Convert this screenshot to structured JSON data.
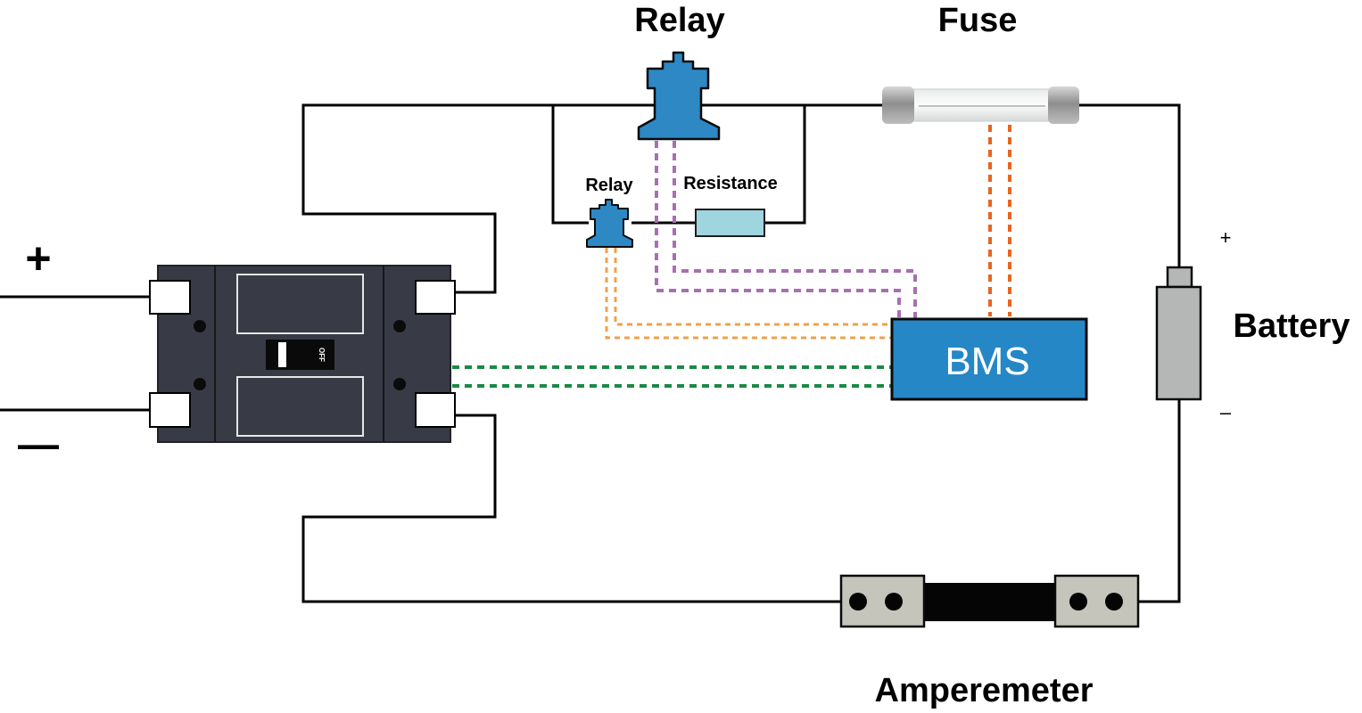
{
  "labels": {
    "relay_main": "Relay",
    "fuse": "Fuse",
    "relay_small": "Relay",
    "resistance": "Resistance",
    "battery": "Battery",
    "battery_plus": "+",
    "battery_minus": "–",
    "input_plus": "+",
    "input_minus": "—",
    "bms": "BMS",
    "amperemeter": "Amperemeter",
    "switch_off": "OFF"
  },
  "colors": {
    "bms": "#2587c6",
    "relay": "#2d88c4",
    "resistor": "#9ed5df",
    "breaker_body": "#383b45",
    "battery": "#b5b6b6",
    "shunt_terminal": "#c6c5bc",
    "signal_purple": "#a86fb1",
    "signal_orange": "#e8641f",
    "signal_light_orange": "#f0a04b",
    "signal_green": "#1a8a45"
  },
  "icons": {
    "relay_main": "relay-icon",
    "relay_small": "relay-icon",
    "fuse": "fuse-icon",
    "resistor": "resistor-icon",
    "battery": "battery-icon",
    "breaker": "circuit-breaker-icon",
    "shunt": "shunt-amperemeter-icon"
  }
}
